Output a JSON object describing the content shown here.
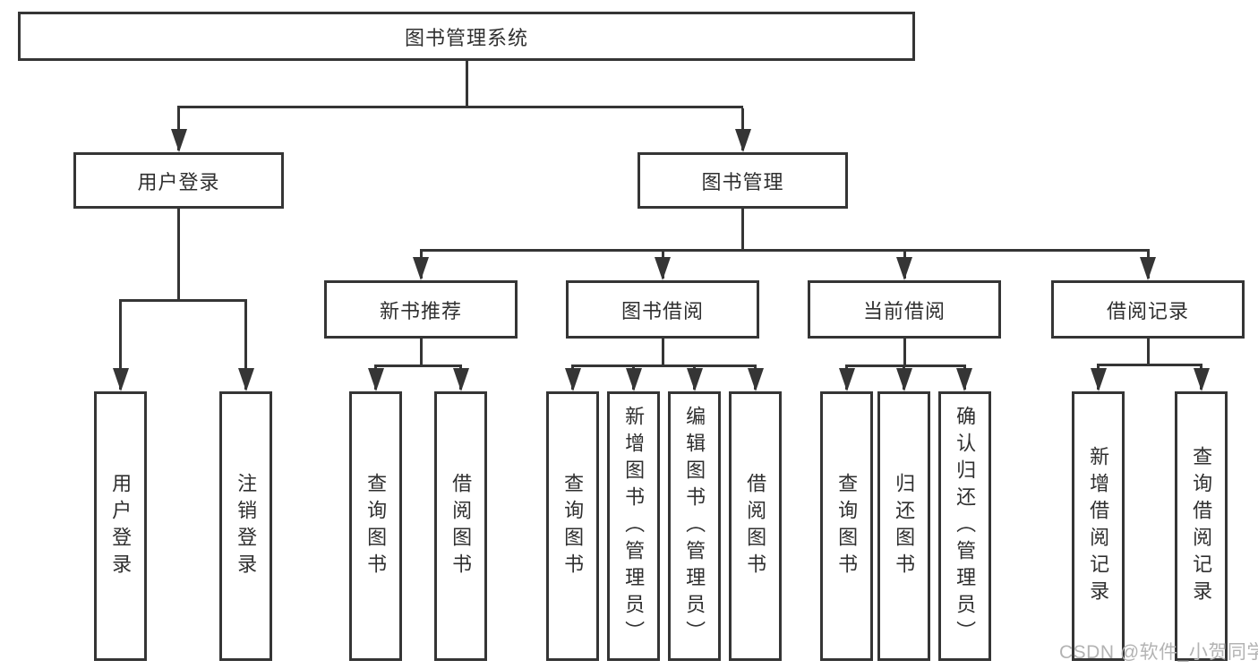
{
  "root": {
    "label": "图书管理系统"
  },
  "branches": {
    "user_login": {
      "label": "用户登录",
      "children": [
        "用户登录",
        "注销登录"
      ]
    },
    "book_mgmt": {
      "label": "图书管理"
    }
  },
  "modules": [
    {
      "label": "新书推荐",
      "children": [
        "查询图书",
        "借阅图书"
      ]
    },
    {
      "label": "图书借阅",
      "children": [
        "查询图书",
        "新增图书（管理员）",
        "编辑图书（管理员）",
        "借阅图书"
      ]
    },
    {
      "label": "当前借阅",
      "children": [
        "查询图书",
        "归还图书",
        "确认归还（管理员）"
      ]
    },
    {
      "label": "借阅记录",
      "children": [
        "新增借阅记录",
        "查询借阅记录"
      ]
    }
  ],
  "watermark": {
    "text": "CSDN @软件_小贺同学"
  },
  "colors": {
    "line": "#353535",
    "text": "#2f2f2f",
    "watermark": "#b3b3b3",
    "background": "#ffffff"
  }
}
